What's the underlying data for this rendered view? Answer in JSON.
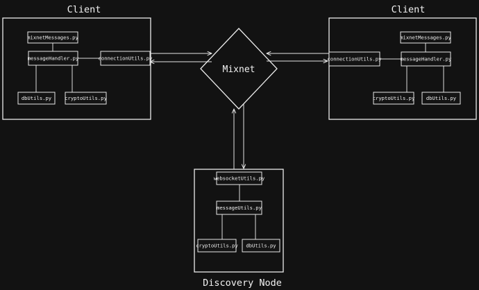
{
  "colors": {
    "background": "#121212",
    "stroke": "#e8e8e8",
    "text": "#f0f0f0"
  },
  "client_left": {
    "title": "Client",
    "modules": {
      "mixnet_messages": "mixnetMessages.py",
      "message_handler": "messageHandler.py",
      "connection_utils": "connectionUtils.py",
      "db_utils": "dbUtils.py",
      "crypto_utils": "cryptoUtils.py"
    }
  },
  "client_right": {
    "title": "Client",
    "modules": {
      "mixnet_messages": "mixnetMessages.py",
      "message_handler": "messageHandler.py",
      "connection_utils": "connectionUtils.py",
      "crypto_utils": "cryptoUtils.py",
      "db_utils": "dbUtils.py"
    }
  },
  "mixnet": {
    "label": "Mixnet"
  },
  "discovery_node": {
    "title": "Discovery Node",
    "modules": {
      "websocket_utils": "websocketUtils.py",
      "message_utils": "messageUtils.py",
      "crypto_utils": "cryptoUtils.py",
      "db_utils": "dbUtils.py"
    }
  }
}
